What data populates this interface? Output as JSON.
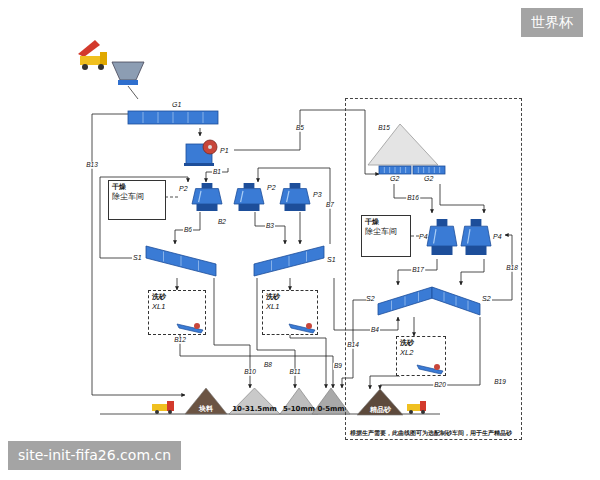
{
  "diagram": {
    "nodes": [
      {
        "text": [
          "G1"
        ]
      },
      {
        "text": [
          "P1"
        ]
      },
      {
        "text": [
          "干燥",
          "除尘车间"
        ]
      },
      {
        "text": [
          "P2"
        ]
      },
      {
        "text": [
          "P2"
        ]
      },
      {
        "text": [
          "P3"
        ]
      },
      {
        "text": [
          "S1"
        ]
      },
      {
        "text": [
          "S1"
        ]
      },
      {
        "text": [
          "洗砂",
          "XL1"
        ]
      },
      {
        "text": [
          "洗砂",
          "XL1"
        ]
      },
      {
        "text": [
          "块料"
        ]
      },
      {
        "text": [
          "10-31.5mm"
        ]
      },
      {
        "text": [
          "5-10mm"
        ]
      },
      {
        "text": [
          "0-5mm"
        ]
      },
      {
        "text": [
          "根据生产需要，此曲线图可为选配制砂车间，用于生产精品砂"
        ]
      },
      {
        "text": [
          "G2"
        ],
        "in": 14
      },
      {
        "text": [
          "G2"
        ],
        "in": 14
      },
      {
        "text": [
          "干燥",
          "除尘车间"
        ],
        "in": 14
      },
      {
        "text": [
          "P4"
        ],
        "in": 14
      },
      {
        "text": [
          "P4"
        ],
        "in": 14
      },
      {
        "text": [
          "S2"
        ],
        "in": 14
      },
      {
        "text": [
          "S2"
        ],
        "in": 14
      },
      {
        "text": [
          "洗砂",
          "XL2"
        ],
        "in": 14
      },
      {
        "text": [
          "精品砂"
        ],
        "in": 14
      }
    ],
    "edges": [
      {
        "from": 0,
        "to": 1,
        "arrow": "to"
      },
      {
        "from": 1,
        "to": 3,
        "label": "B1",
        "arrow": "to"
      },
      {
        "from": 0,
        "to": 10,
        "label": "B13",
        "arrow": "to"
      },
      {
        "from": 1,
        "to": 15,
        "label": "B5",
        "arrow": "to"
      },
      {
        "from": 3,
        "to": 6,
        "label": "B6",
        "arrow": "to"
      },
      {
        "from": 4,
        "to": 7,
        "label": "B3",
        "arrow": "to"
      },
      {
        "from": 5,
        "to": 7,
        "arrow": "to"
      },
      {
        "from": 6,
        "to": 8,
        "arrow": "to"
      },
      {
        "from": 7,
        "to": 9,
        "arrow": "to"
      },
      {
        "from": 6,
        "to": 11,
        "label": "B10",
        "arrow": "to"
      },
      {
        "from": 7,
        "to": 12,
        "label": "B11",
        "arrow": "to"
      },
      {
        "from": 8,
        "to": 13,
        "label": "B12",
        "arrow": "to"
      },
      {
        "from": 9,
        "to": 13,
        "arrow": "to"
      },
      {
        "from": 7,
        "to": 4,
        "label": "B7",
        "arrow": "to"
      },
      {
        "from": 6,
        "to": 3,
        "arrow": "to"
      },
      {
        "from": 7,
        "to": 20,
        "label": "B4",
        "arrow": "to"
      },
      {
        "from": 15,
        "to": 18,
        "label": "B16",
        "arrow": "to"
      },
      {
        "from": 16,
        "to": 19,
        "arrow": "to"
      },
      {
        "from": 18,
        "to": 20,
        "label": "B17",
        "arrow": "to"
      },
      {
        "from": 19,
        "to": 21,
        "arrow": "to"
      },
      {
        "from": 20,
        "to": 22,
        "arrow": "to"
      },
      {
        "from": 21,
        "to": 23,
        "label": "B20",
        "arrow": "to"
      },
      {
        "from": 22,
        "to": 23,
        "arrow": "to"
      },
      {
        "from": 21,
        "to": 19,
        "label": "B18",
        "arrow": "to"
      },
      {
        "from": 20,
        "to": 13,
        "label": "B14",
        "arrow": "to"
      },
      {
        "from": 3,
        "to": 2,
        "arrow": "none"
      },
      {
        "from": 18,
        "to": 17,
        "arrow": "none"
      }
    ],
    "labels": [
      "世界杯",
      "site-init-fifa26.com.cn",
      "B2",
      "B8",
      "B9",
      "B15",
      "B19"
    ]
  }
}
